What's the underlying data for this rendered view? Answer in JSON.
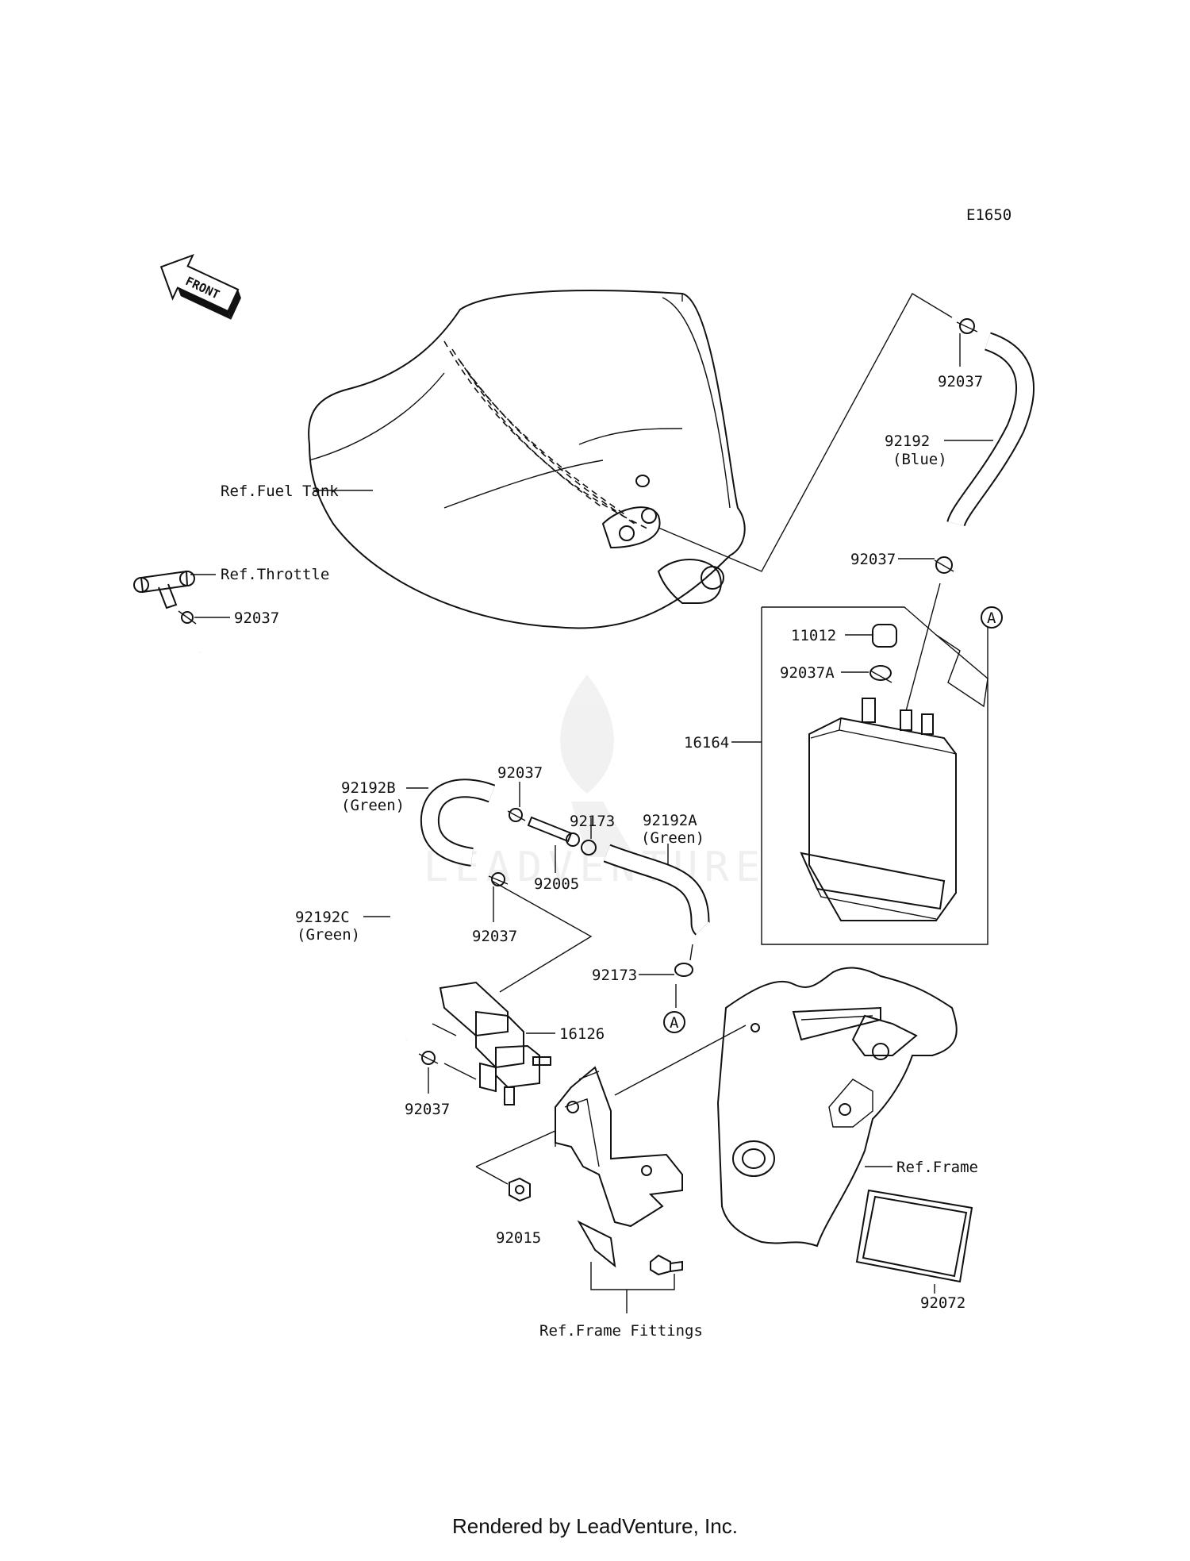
{
  "diagram": {
    "code": "E1650",
    "front_badge": "FRONT",
    "watermark": "LEADVENTURE",
    "labels": {
      "ref_fuel_tank": "Ref.Fuel Tank",
      "ref_throttle": "Ref.Throttle",
      "clamp_top_right": "92037",
      "hose_blue_part": "92192",
      "hose_blue_color": "(Blue)",
      "clamp_mid_right": "92037",
      "clamp_throttle": "92037",
      "cap": "11012",
      "clamp_a": "92037A",
      "canister": "16164",
      "hose_b_part": "92192B",
      "hose_b_color": "(Green)",
      "clamp_hose_b_top": "92037",
      "clip_top": "92173",
      "hose_a_part": "92192A",
      "hose_a_color": "(Green)",
      "fitting": "92005",
      "clamp_hose_b_bottom": "92037",
      "hose_c_part": "92192C",
      "hose_c_color": "(Green)",
      "clip_bottom": "92173",
      "valve": "16126",
      "clamp_valve": "92037",
      "nut": "92015",
      "ref_frame": "Ref.Frame",
      "ref_frame_fittings": "Ref.Frame Fittings",
      "gasket": "92072",
      "marker_a_top": "A",
      "marker_a_bottom": "A"
    }
  },
  "footer": "Rendered by LeadVenture, Inc."
}
